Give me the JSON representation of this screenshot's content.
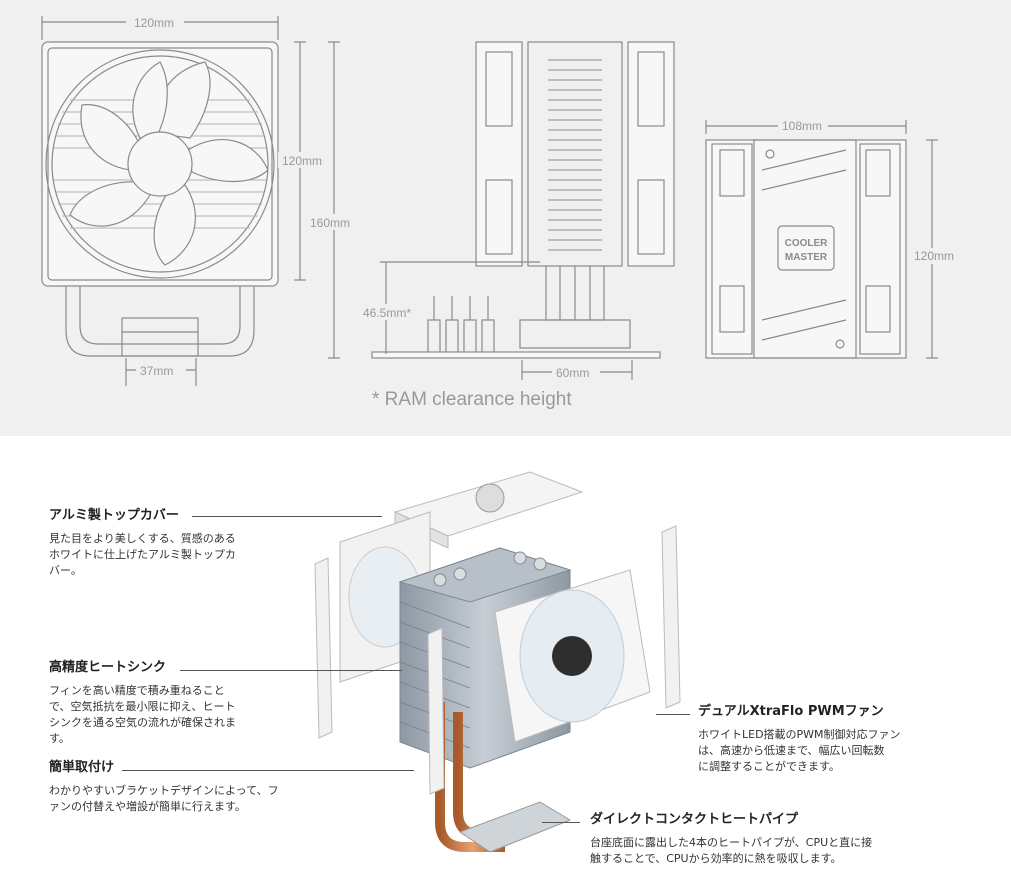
{
  "dimensions": {
    "width_top": "120mm",
    "height_fan": "120mm",
    "height_total": "160mm",
    "width_base": "37mm",
    "ram_clearance": "46.5mm*",
    "width_mount": "60mm",
    "depth": "108mm",
    "height_side": "120mm"
  },
  "note": "* RAM clearance height",
  "logo_text": {
    "line1": "COOLER",
    "line2": "MASTER"
  },
  "features": [
    {
      "title": "アルミ製トップカバー",
      "desc_lines": [
        "見た目をより美しくする、質感のある",
        "ホワイトに仕上げたアルミ製トップカ",
        "バー。"
      ]
    },
    {
      "title": "高精度ヒートシンク",
      "desc_lines": [
        "フィンを高い精度で積み重ねること",
        "で、空気抵抗を最小限に抑え、ヒート",
        "シンクを通る空気の流れが確保されま",
        "す。"
      ]
    },
    {
      "title": "簡単取付け",
      "desc_lines": [
        "わかりやすいブラケットデザインによって、フ",
        "ァンの付替えや増設が簡単に行えます。"
      ]
    },
    {
      "title": "デュアルXtraFlo PWMファン",
      "desc_lines": [
        "ホワイトLED搭載のPWM制御対応ファン",
        "は、高速から低速まで、幅広い回転数",
        "に調整することができます。"
      ]
    },
    {
      "title": "ダイレクトコンタクトヒートパイプ",
      "desc_lines": [
        "台座底面に露出した4本のヒートパイプが、CPUと直に接",
        "触することで、CPUから効率的に熱を吸収します。"
      ]
    }
  ]
}
